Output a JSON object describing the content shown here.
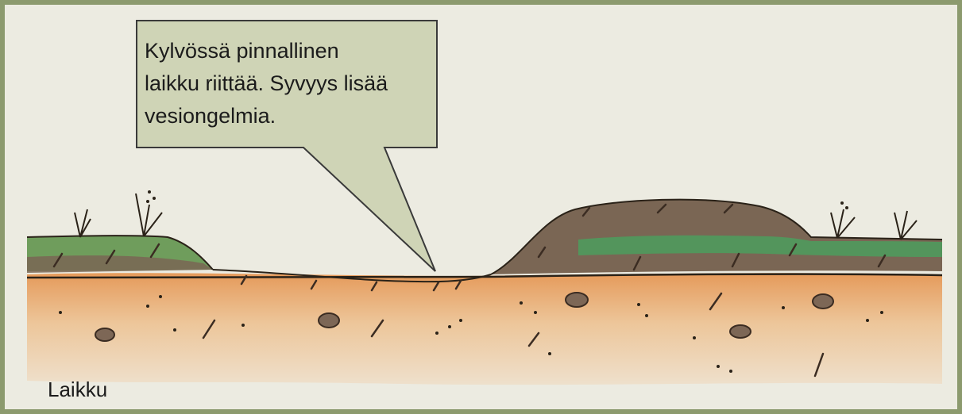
{
  "callout": {
    "lines": [
      "Kylvössä pinnallinen",
      "laikku riittää. Syvyys lisää",
      "vesiongelmia."
    ]
  },
  "caption": "Laikku",
  "colors": {
    "frame": "#8c9a6e",
    "background": "#ecebe1",
    "callout_fill": "#cfd4b6",
    "topsoil": "#7a6654",
    "grass": "#6f9d5c",
    "subsoil": "#e3a56b",
    "stone": "#7d6756"
  }
}
